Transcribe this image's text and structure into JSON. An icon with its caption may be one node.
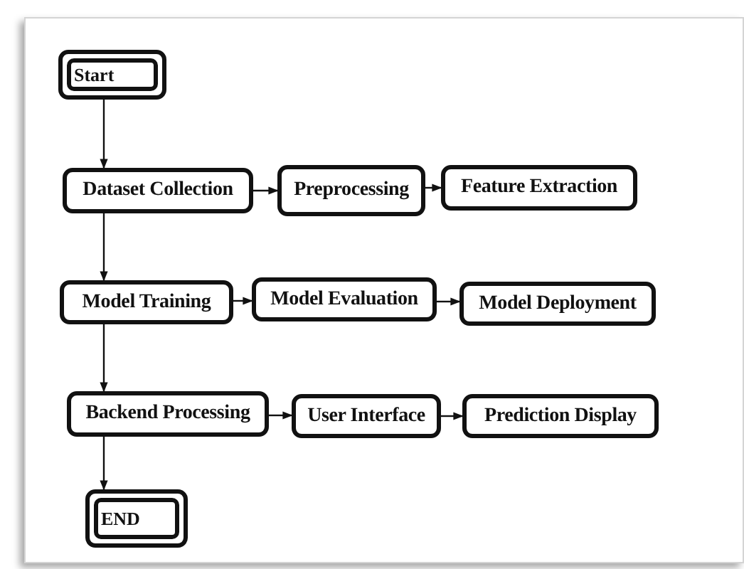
{
  "diagram": {
    "nodes": [
      {
        "text": [
          "Start"
        ]
      },
      {
        "text": [
          "Dataset Collection"
        ]
      },
      {
        "text": [
          "Preprocessing"
        ]
      },
      {
        "text": [
          "Feature Extraction"
        ]
      },
      {
        "text": [
          "Model Training"
        ]
      },
      {
        "text": [
          "Model Evaluation"
        ]
      },
      {
        "text": [
          "Model Deployment"
        ]
      },
      {
        "text": [
          "Backend Processing"
        ]
      },
      {
        "text": [
          "User Interface"
        ]
      },
      {
        "text": [
          "Prediction Display"
        ]
      },
      {
        "text": [
          "END"
        ]
      }
    ],
    "edges": [
      {
        "from": 0,
        "to": 1,
        "arrow": "to"
      },
      {
        "from": 1,
        "to": 2,
        "arrow": "to"
      },
      {
        "from": 2,
        "to": 3,
        "arrow": "to"
      },
      {
        "from": 1,
        "to": 4,
        "arrow": "to"
      },
      {
        "from": 4,
        "to": 5,
        "arrow": "to"
      },
      {
        "from": 5,
        "to": 6,
        "arrow": "to"
      },
      {
        "from": 4,
        "to": 7,
        "arrow": "to"
      },
      {
        "from": 7,
        "to": 8,
        "arrow": "to"
      },
      {
        "from": 8,
        "to": 9,
        "arrow": "to"
      },
      {
        "from": 7,
        "to": 10,
        "arrow": "to"
      }
    ]
  }
}
